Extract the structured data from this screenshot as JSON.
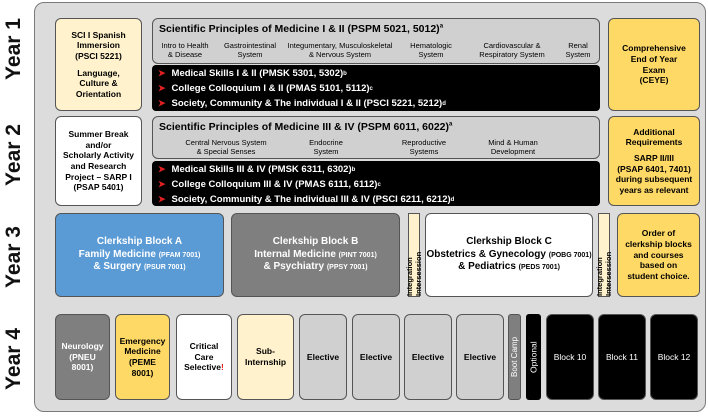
{
  "years": {
    "y1": "Year 1",
    "y2": "Year 2",
    "y3": "Year 3",
    "y4": "Year 4"
  },
  "year1": {
    "spanish": {
      "line1": "SCI I Spanish",
      "line2": "Immersion",
      "line3": "(PSCI 5221)",
      "line4": "Language,",
      "line5": "Culture &",
      "line6": "Orientation"
    },
    "sp_title": "Scientific Principles of Medicine I & II (PSPM 5021, 5012)",
    "sp_sup": "a",
    "subjects": [
      {
        "l1": "Intro to Health",
        "l2": "& Disease"
      },
      {
        "l1": "Gastrointestinal",
        "l2": "System"
      },
      {
        "l1": "Integumentary, Musculoskeletal",
        "l2": "& Nervous System"
      },
      {
        "l1": "Hematologic",
        "l2": "System"
      },
      {
        "l1": "Cardiovascular &",
        "l2": "Respiratory System"
      },
      {
        "l1": "Renal",
        "l2": "System"
      }
    ],
    "courses": [
      {
        "text": "Medical Skills I & II  (PMSK 5301, 5302)",
        "sup": "b"
      },
      {
        "text": "College Colloquium I & II (PMAS 5101, 5112)",
        "sup": "c"
      },
      {
        "text": "Society, Community & The individual  I & II (PSCI 5221, 5212)",
        "sup": "d"
      }
    ],
    "exam": {
      "l1": "Comprehensive",
      "l2": "End of Year",
      "l3": "Exam",
      "l4": "(CEYE)"
    }
  },
  "year2": {
    "summer": {
      "l1": "Summer Break",
      "l2": "and/or",
      "l3": "Scholarly Activity",
      "l4": "and Research",
      "l5": "Project – SARP I",
      "l6": "(PSAP 5401)"
    },
    "sp_title": "Scientific Principles of Medicine III & IV (PSPM 6011, 6022)",
    "sp_sup": "a",
    "subjects": [
      {
        "l1": "Central Nervous System",
        "l2": "& Special Senses"
      },
      {
        "l1": "Endocrine",
        "l2": "System"
      },
      {
        "l1": "Reproductive",
        "l2": "Systems"
      },
      {
        "l1": "Mind & Human",
        "l2": "Development"
      }
    ],
    "courses": [
      {
        "text": "Medical Skills III & IV  (PMSK 6311, 6302)",
        "sup": "b"
      },
      {
        "text": "College Colloquium III & IV (PMAS 6111, 6112)",
        "sup": "c"
      },
      {
        "text": "Society, Community & The individual  III & IV (PSCI 6211, 6212)",
        "sup": "d"
      }
    ],
    "additional": {
      "l1": "Additional",
      "l2": "Requirements",
      "l3": "SARP II/III",
      "l4": "(PSAP 6401, 7401)",
      "l5": "during subsequent",
      "l6": "years as relevant"
    }
  },
  "year3": {
    "blockA": {
      "title": "Clerkship Block A",
      "l1": "Family Medicine",
      "c1": "(PFAM 7001)",
      "l2": "& Surgery",
      "c2": "(PSUR 7001)"
    },
    "blockB": {
      "title": "Clerkship Block B",
      "l1": "Internal Medicine",
      "c1": "(PINT 7001)",
      "l2": "& Psychiatry",
      "c2": "(PPSY 7001)"
    },
    "blockC": {
      "title": "Clerkship Block C",
      "l1": "Obstetrics & Gynecology",
      "c1": "(POBG 7001)",
      "l2": "& Pediatrics",
      "c2": "(PEDS 7001)"
    },
    "intersession": "Integration Intersession",
    "order": {
      "l1": "Order of",
      "l2": "clerkship blocks",
      "l3": "and courses",
      "l4": "based on",
      "l5": "student choice."
    }
  },
  "year4": {
    "neuro": {
      "l1": "Neurology",
      "l2": "(PNEU",
      "l3": "8001)"
    },
    "emerg": {
      "l1": "Emergency",
      "l2": "Medicine",
      "l3": "(PEME",
      "l4": "8001)"
    },
    "critical": {
      "l1": "Critical",
      "l2": "Care",
      "l3": "Selective",
      "mark": "!"
    },
    "subintern": {
      "l1": "Sub-",
      "l2": "Internship"
    },
    "elective": "Elective",
    "bootcamp": "Boot Camp",
    "optional": "Optional",
    "blocks": [
      "Block 10",
      "Block 11",
      "Block 12"
    ]
  },
  "colors": {
    "cream": "#fff2cc",
    "gold": "#ffd966",
    "blue": "#5b9bd5",
    "dark_gray": "#7f7f7f",
    "light_gray": "#d0d0d0",
    "arrow_red": "#e02020"
  }
}
